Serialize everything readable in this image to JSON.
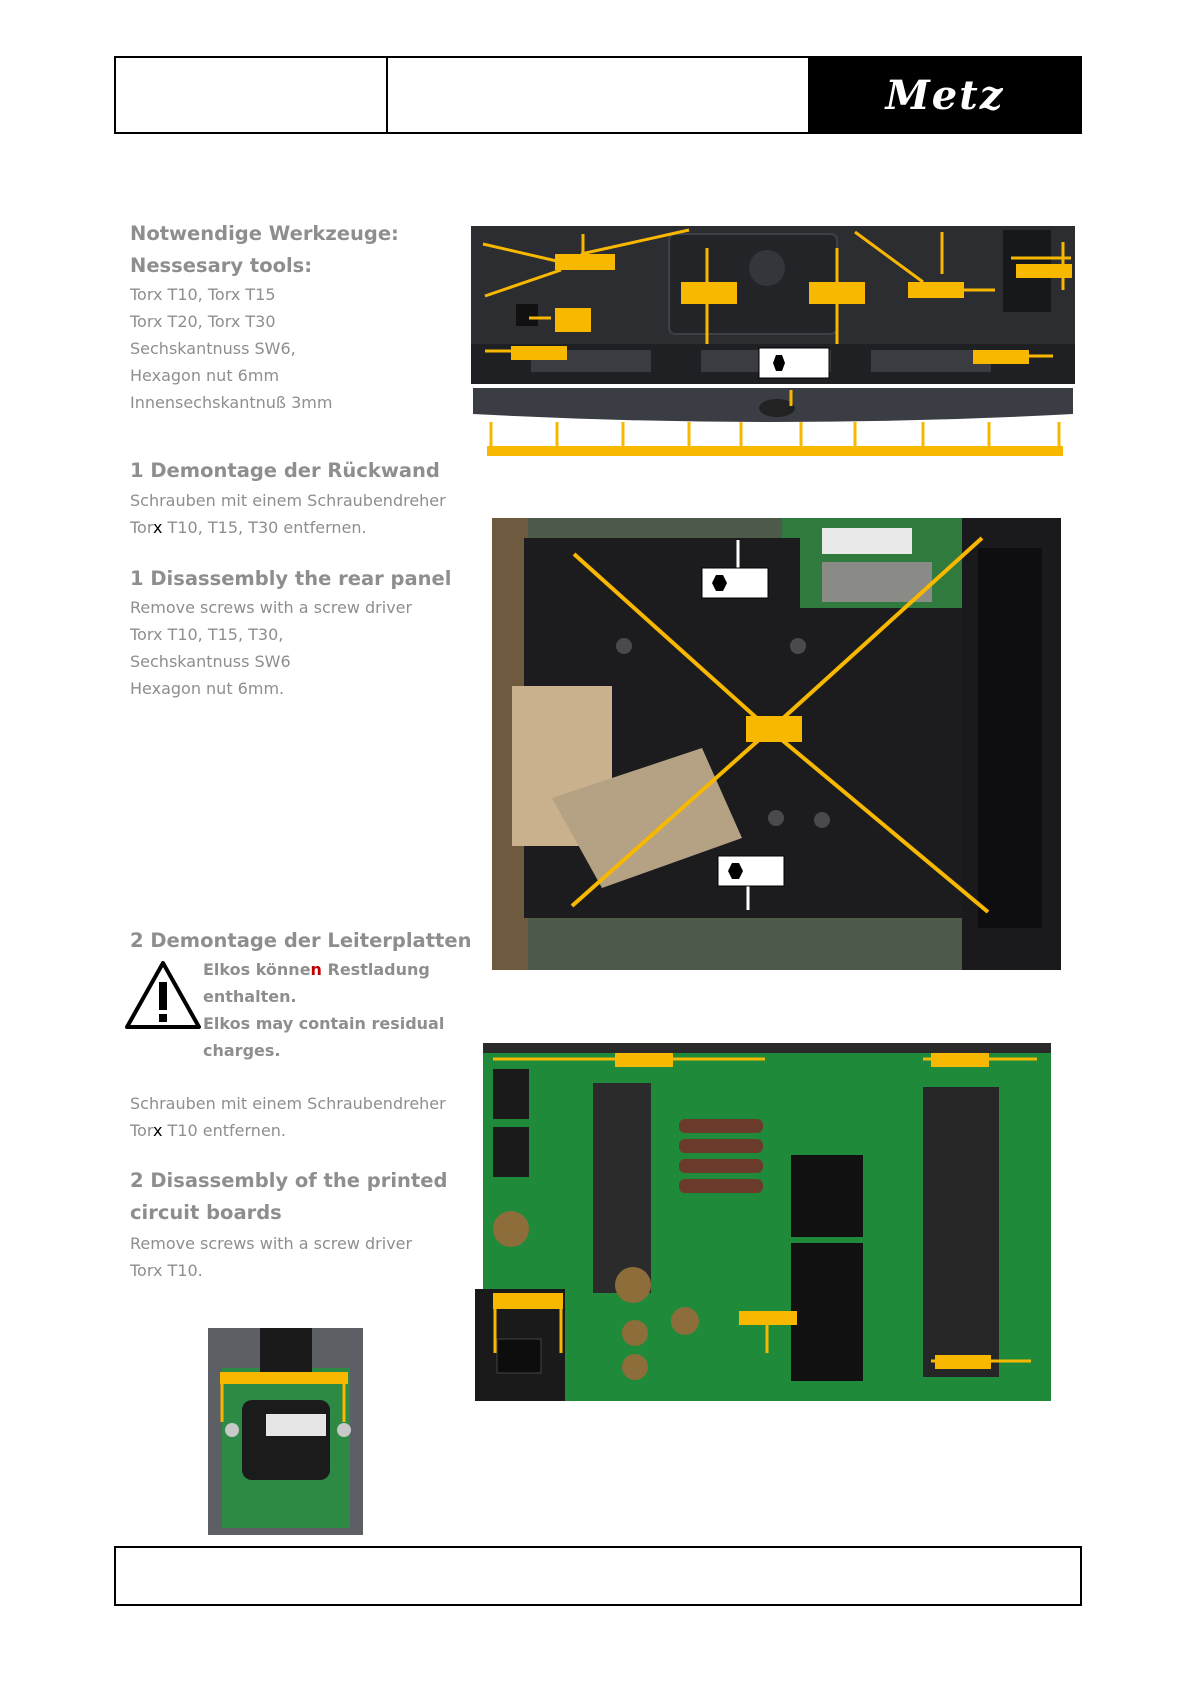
{
  "header": {
    "brand": "Metz"
  },
  "tools": {
    "heading_de": "Notwendige Werkzeuge:",
    "heading_en": "Nessesary tools:",
    "lines": [
      "Torx T10, Torx T15",
      "Torx T20, Torx T30",
      "Sechskantnuss SW6,",
      "Hexagon nut 6mm",
      "Innensechskantnuß 3mm"
    ]
  },
  "step1": {
    "heading_de": "1 Demontage der Rückwand",
    "text_de_1": "Schrauben mit einem Schraubendreher",
    "text_de_2a": "Tor",
    "text_de_2x": "x",
    "text_de_2b": " T10, T15, T30 entfernen.",
    "heading_en": "1 Disassembly the rear panel",
    "text_en": [
      "Remove screws with a screw driver",
      "Torx T10, T15, T30,",
      "Sechskantnuss SW6",
      "Hexagon nut 6mm."
    ]
  },
  "step2": {
    "heading_de": "2 Demontage der Leiterplatten",
    "warn_de_a": "Elkos könne",
    "warn_de_n": "n",
    "warn_de_b": " Restladung",
    "warn_de_c": "enthalten.",
    "warn_en_a": "Elkos may contain residual",
    "warn_en_b": "charges.",
    "text_de_1": "Schrauben mit einem Schraubendreher",
    "text_de_2a": "Tor",
    "text_de_2x": "x",
    "text_de_2b": " T10 entfernen.",
    "heading_en_1": "2 Disassembly of the printed",
    "heading_en_2": "circuit boards",
    "text_en": [
      "Remove screws with a screw driver",
      "Torx T10."
    ]
  },
  "icons": {
    "warning": "warning-triangle-icon",
    "hex": "hexagon-nut-icon"
  },
  "colors": {
    "arrow": "#f9b800",
    "pcb": "#1f8a3a",
    "tv_back": "#2b2d31",
    "shield": "#1c1c1e"
  }
}
